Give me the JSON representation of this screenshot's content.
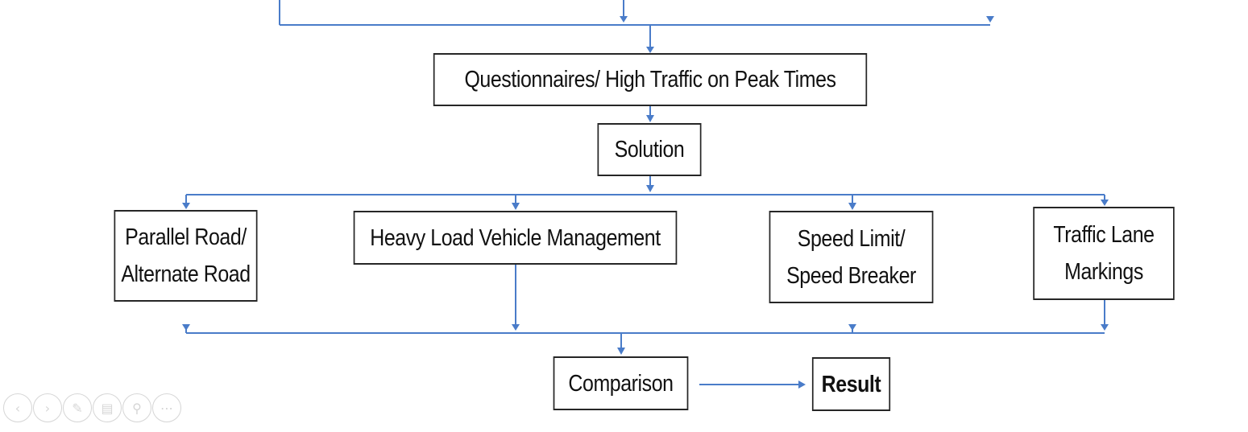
{
  "diagram": {
    "line_color": "#4a7cc9",
    "box_border_color": "#262626",
    "nodes": {
      "questionnaires": "Questionnaires/ High Traffic on Peak Times",
      "solution": "Solution",
      "parallel_road": [
        "Parallel Road/",
        "Alternate Road"
      ],
      "heavy_load": "Heavy Load Vehicle Management",
      "speed_limit": [
        "Speed Limit/",
        "Speed Breaker"
      ],
      "traffic_lane": [
        "Traffic Lane",
        "Markings"
      ],
      "comparison": "Comparison",
      "result": "Result"
    }
  },
  "toolbar": {
    "icons": [
      "previous-icon",
      "next-icon",
      "pen-icon",
      "slides-icon",
      "zoom-icon",
      "more-icon"
    ],
    "glyphs": [
      "‹",
      "›",
      "✎",
      "▤",
      "⚲",
      "⋯"
    ]
  }
}
